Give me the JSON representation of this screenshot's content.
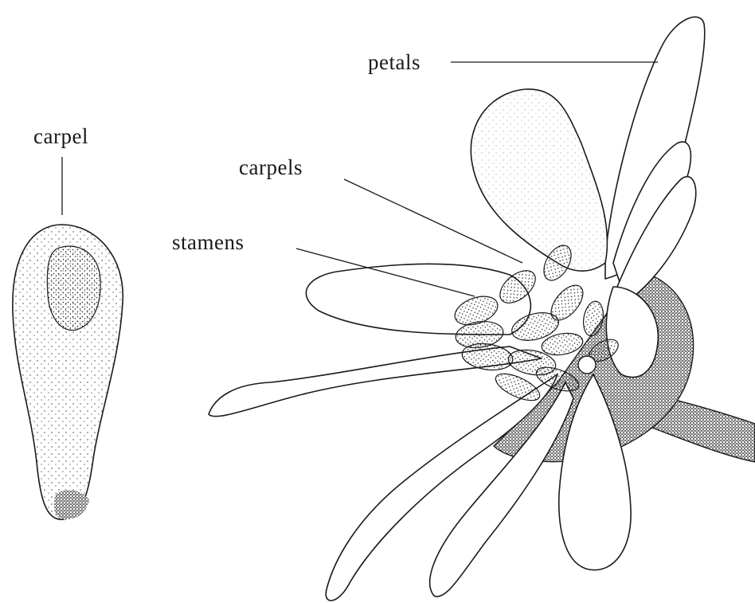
{
  "labels": {
    "carpel": "carpel",
    "petals": "petals",
    "carpels": "carpels",
    "stamens": "stamens"
  },
  "colors": {
    "ink": "#1a1a1a",
    "paper": "#ffffff",
    "shade": "#3a3a3a"
  }
}
